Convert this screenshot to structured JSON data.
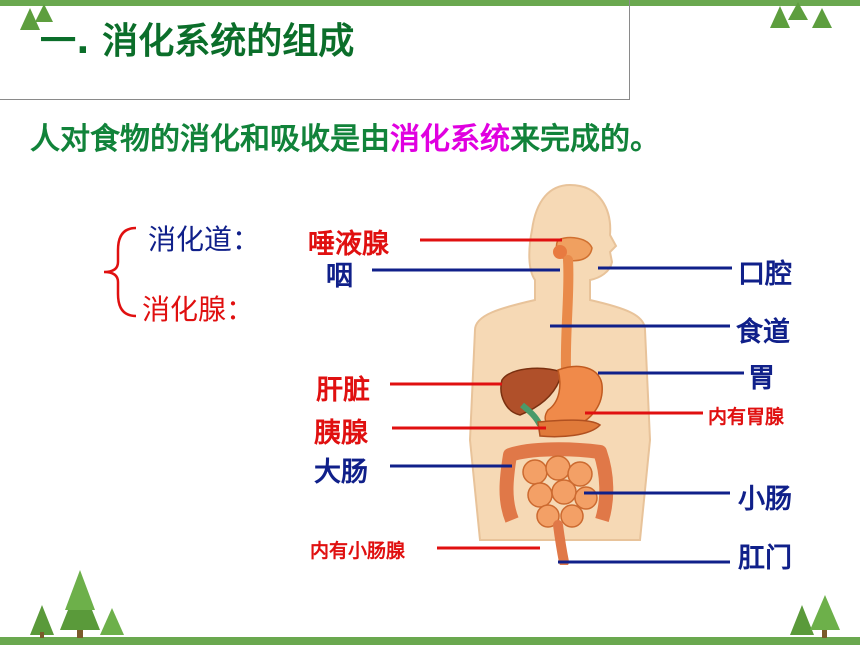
{
  "header": {
    "title": "一. 消化系统的组成"
  },
  "intro": {
    "prefix": "人对食物的消化和吸收是由",
    "highlight": "消化系统",
    "suffix": "来完成的。"
  },
  "categories": {
    "tract": "消化道：",
    "glands": "消化腺："
  },
  "labels_left": {
    "salivary": "唾液腺",
    "pharynx": "咽",
    "liver": "肝脏",
    "pancreas": "胰腺",
    "large_intestine": "大肠",
    "intestinal_glands": "内有小肠腺"
  },
  "labels_right": {
    "mouth": "口腔",
    "esophagus": "食道",
    "stomach": "胃",
    "gastric_glands": "内有胃腺",
    "small_intestine": "小肠",
    "anus": "肛门"
  },
  "colors": {
    "title": "#0b6e2a",
    "text_green": "#11833a",
    "highlight": "#e000e0",
    "gland_red": "#e01010",
    "tract_blue": "#10208a",
    "border_green": "#6aa84f"
  }
}
